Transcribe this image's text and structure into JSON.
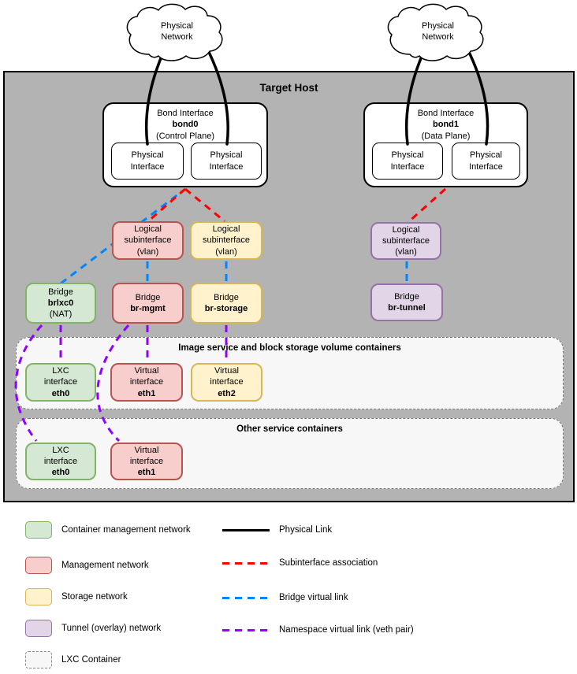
{
  "clouds": {
    "left": {
      "label": "Physical\nNetwork"
    },
    "right": {
      "label": "Physical\nNetwork"
    }
  },
  "host": {
    "title": "Target Host"
  },
  "bonds": {
    "bond0": {
      "kind": "Bond Interface",
      "name": "bond0",
      "extra": "(Control Plane)",
      "if1": "Physical\nInterface",
      "if2": "Physical\nInterface"
    },
    "bond1": {
      "kind": "Bond Interface",
      "name": "bond1",
      "extra": "(Data Plane)",
      "if1": "Physical\nInterface",
      "if2": "Physical\nInterface"
    }
  },
  "subinterfaces": {
    "mgmt": {
      "label": "Logical\nsubinterface\n(vlan)"
    },
    "storage": {
      "label": "Logical\nsubinterface\n(vlan)"
    },
    "tunnel": {
      "label": "Logical\nsubinterface\n(vlan)"
    }
  },
  "bridges": {
    "lxc": {
      "kind": "Bridge",
      "name": "brlxc0",
      "extra": "(NAT)"
    },
    "mgmt": {
      "kind": "Bridge",
      "name": "br-mgmt",
      "extra": ""
    },
    "storage": {
      "kind": "Bridge",
      "name": "br-storage",
      "extra": ""
    },
    "tunnel": {
      "kind": "Bridge",
      "name": "br-tunnel",
      "extra": ""
    }
  },
  "bands": {
    "band1": {
      "title": "Image service and block storage volume containers",
      "eth0": {
        "kind": "LXC\ninterface",
        "name": "eth0"
      },
      "eth1": {
        "kind": "Virtual\ninterface",
        "name": "eth1"
      },
      "eth2": {
        "kind": "Virtual\ninterface",
        "name": "eth2"
      }
    },
    "band2": {
      "title": "Other service containers",
      "eth0": {
        "kind": "LXC\ninterface",
        "name": "eth0"
      },
      "eth1": {
        "kind": "Virtual\ninterface",
        "name": "eth1"
      }
    }
  },
  "legend": {
    "swatches": [
      {
        "label": "Container management network",
        "color": "#d5e8d4"
      },
      {
        "label": "Management network",
        "color": "#f8cecc"
      },
      {
        "label": "Storage network",
        "color": "#fff2cc"
      },
      {
        "label": "Tunnel (overlay) network",
        "color": "#e1d5e7"
      },
      {
        "label": "LXC Container",
        "color": "#f7f7f7"
      }
    ],
    "lines": [
      {
        "label": "Physical Link",
        "color": "#000000",
        "style": "solid"
      },
      {
        "label": "Subinterface association",
        "color": "#ff0000",
        "style": "dashed"
      },
      {
        "label": "Bridge virtual link",
        "color": "#0084ff",
        "style": "dashed"
      },
      {
        "label": "Namespace virtual link (veth pair)",
        "color": "#9100ff",
        "style": "dashed"
      }
    ]
  },
  "colors": {
    "host_bg": "#b3b3b3",
    "green_fill": "#d5e8d4",
    "green_stroke": "#82b366",
    "red_fill": "#f8cecc",
    "red_stroke": "#b85450",
    "yellow_fill": "#fff2cc",
    "yellow_stroke": "#d6b656",
    "purple_fill": "#e1d5e7",
    "purple_stroke": "#9673a6",
    "link_red": "#ff0000",
    "link_blue": "#0084ff",
    "link_purple": "#9100ff"
  }
}
